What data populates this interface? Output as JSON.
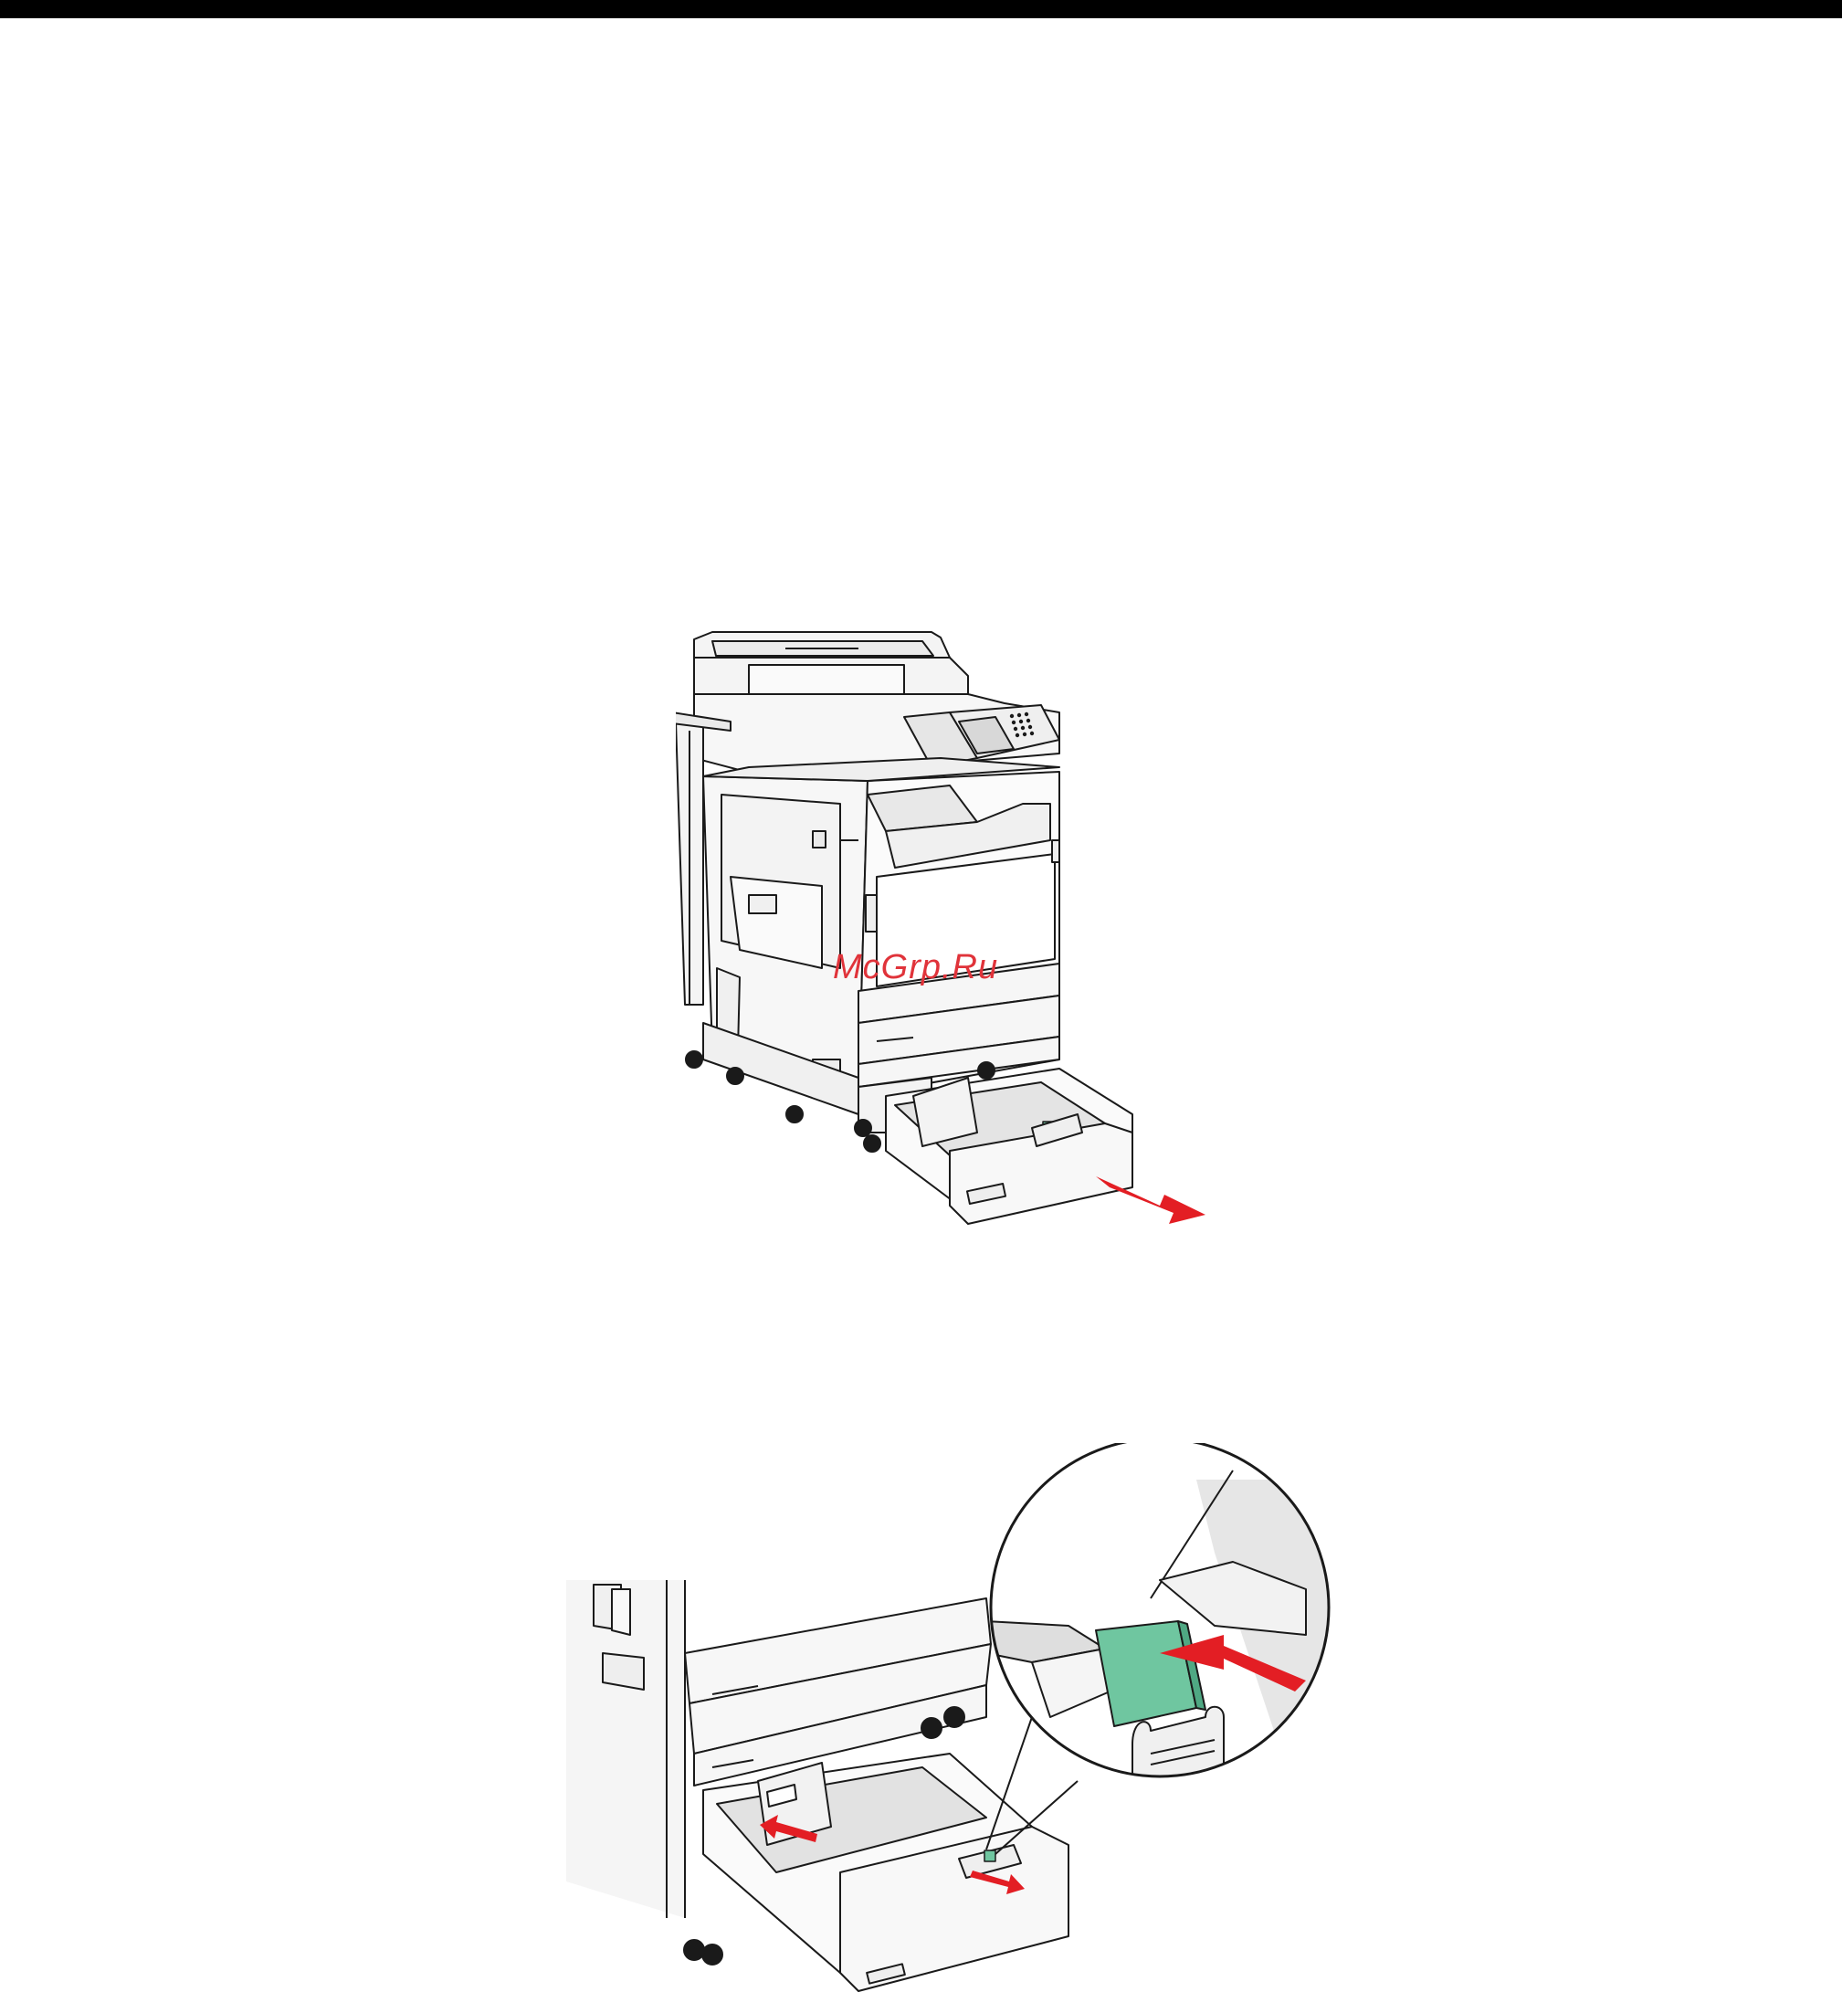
{
  "page": {
    "watermark_text": "McGrp.Ru"
  },
  "figures": [
    {
      "name": "printer-open-tray-illustration"
    },
    {
      "name": "tray-guide-adjust-illustration"
    }
  ],
  "colors": {
    "rule": "#000000",
    "arrow": "#e31e24",
    "guide_green": "#6fc6a0",
    "line": "#1a1a1a",
    "panel": "#f2f2f2",
    "shade": "#dcdcdc"
  }
}
